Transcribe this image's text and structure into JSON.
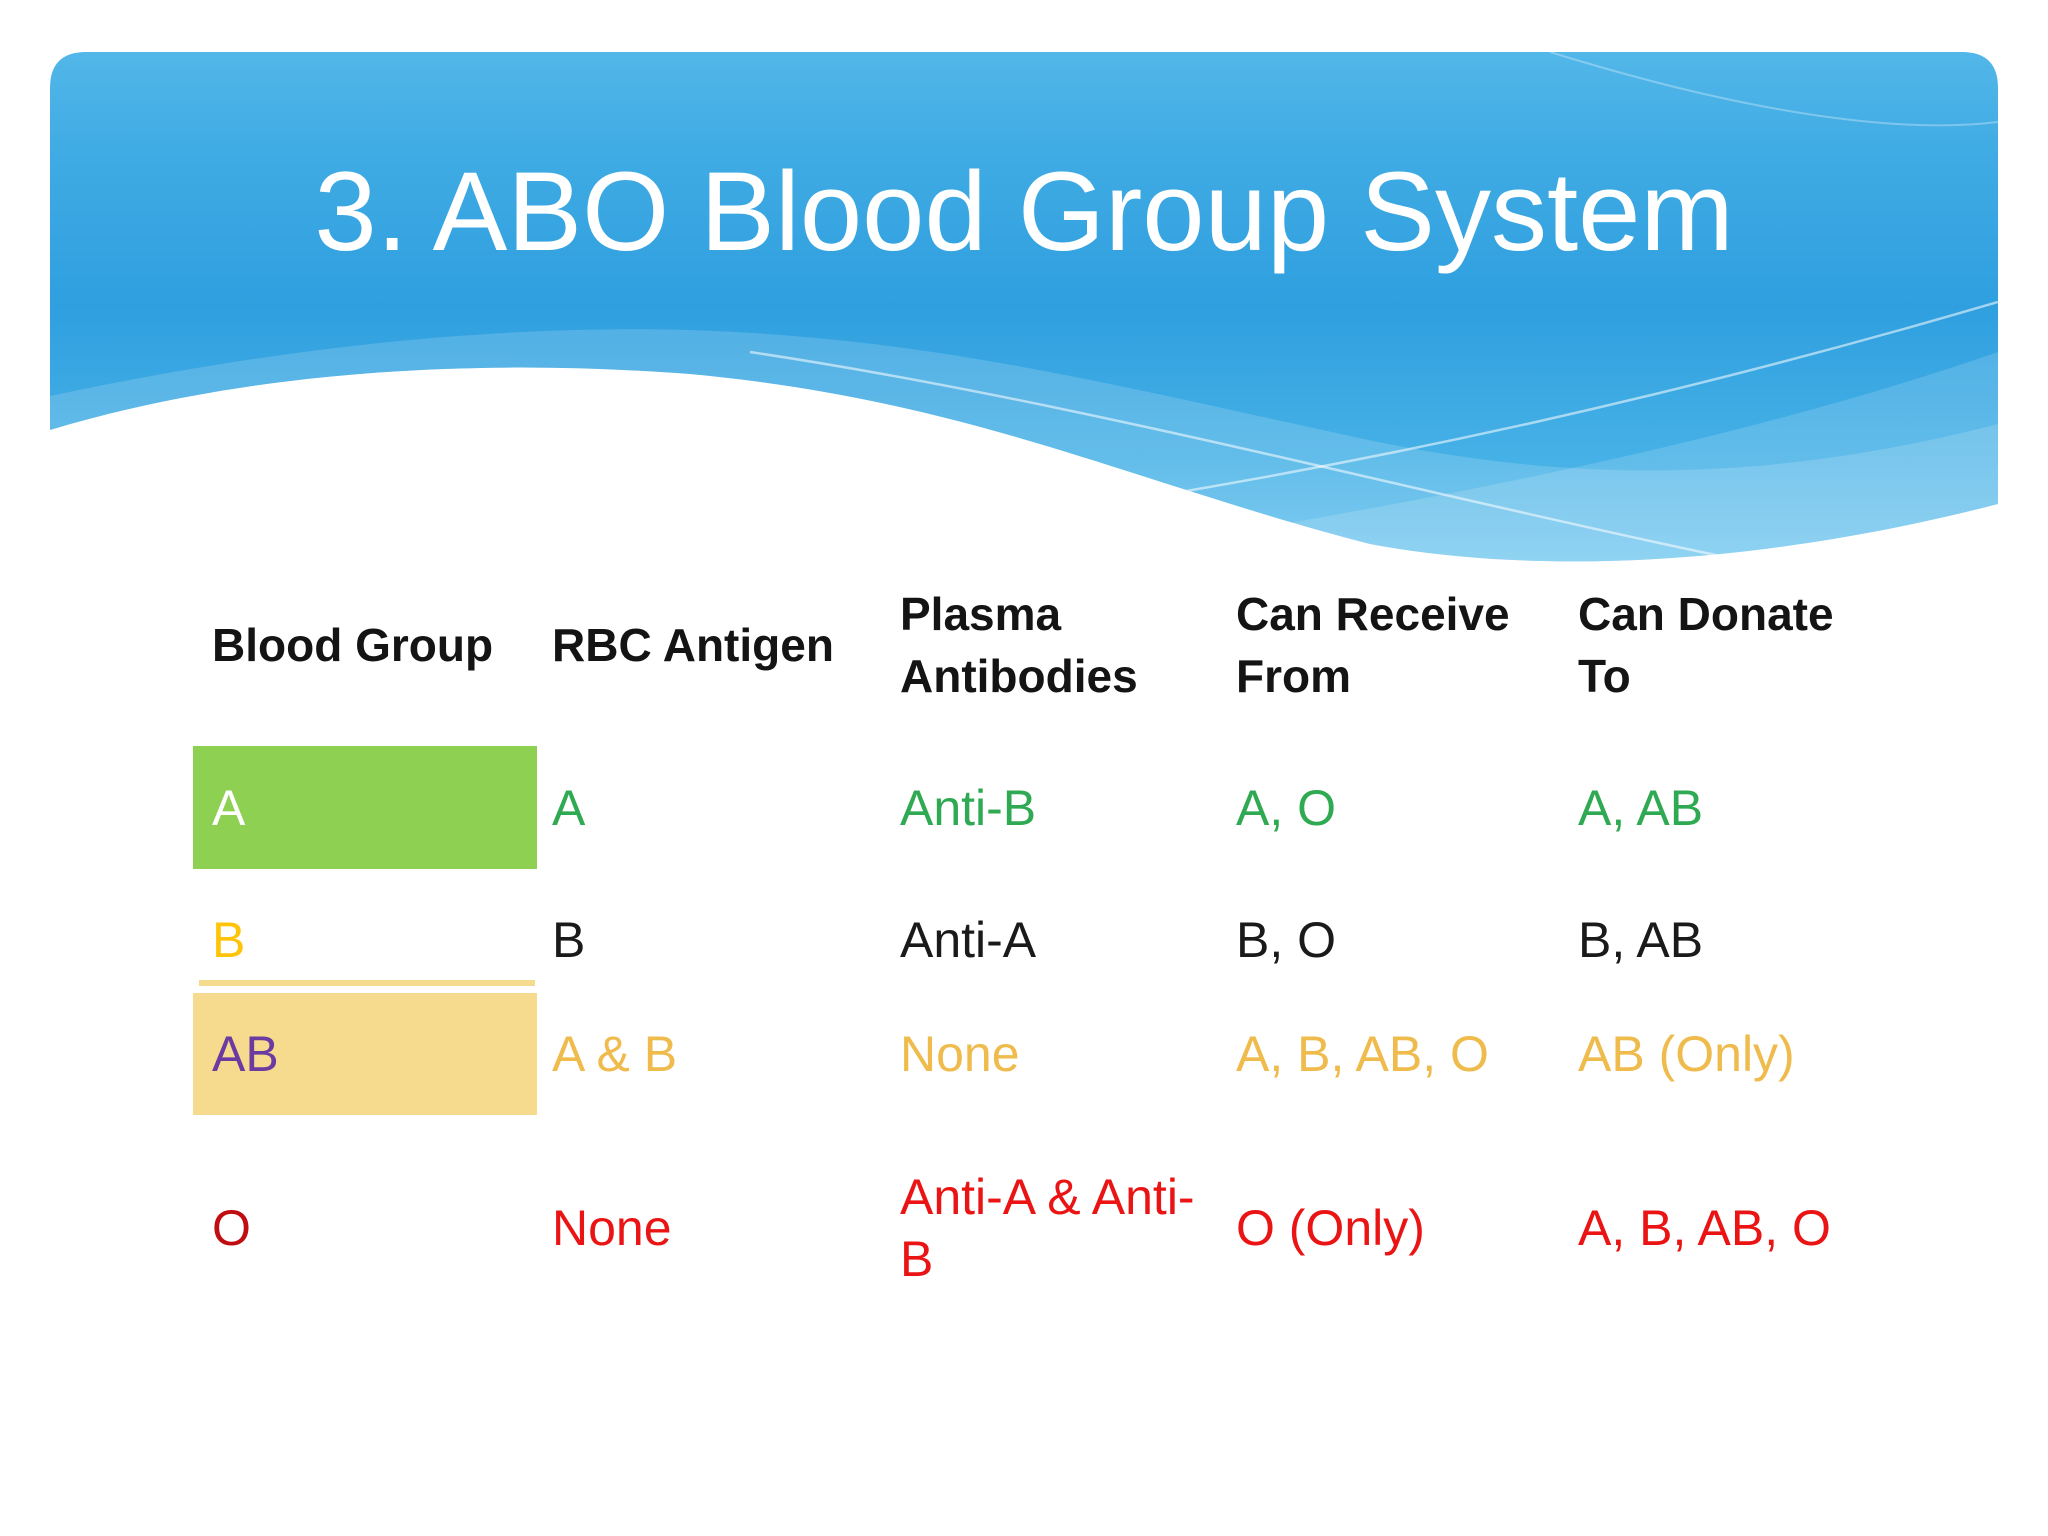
{
  "slide": {
    "title": "3. ABO Blood Group System",
    "theme": {
      "header_blue_top": "#52B7E9",
      "header_blue_mid": "#2F9FDF",
      "header_blue_bottom": "#64C1EE",
      "background": "#FFFFFF",
      "title_text_color": "#FFFFFF"
    }
  },
  "table": {
    "header_text_color": "#141414",
    "columns": [
      {
        "label": "Blood Group",
        "line1": "Blood Group"
      },
      {
        "label": "RBC Antigen",
        "line1": "RBC Antigen"
      },
      {
        "label": "Plasma Antibodies",
        "line1": "Plasma",
        "line2": "Antibodies"
      },
      {
        "label": "Can Receive From",
        "line1": "Can Receive",
        "line2": "From"
      },
      {
        "label": "Can Donate To",
        "line1": "Can Donate",
        "line2": "To"
      }
    ],
    "rows": [
      {
        "blood_group": "A",
        "highlight_color": "#8DD052",
        "cells": [
          {
            "text": "A",
            "color": "#FFFFFF"
          },
          {
            "text": "A",
            "color": "#2FA952"
          },
          {
            "text": "Anti-B",
            "color": "#2FA952"
          },
          {
            "text": "A, O",
            "color": "#2FA952"
          },
          {
            "text": "A, AB",
            "color": "#2FA952"
          }
        ]
      },
      {
        "blood_group": "B",
        "highlight_color": "",
        "cells": [
          {
            "text": "B",
            "color": "#FFC40A"
          },
          {
            "text": "B",
            "color": "#1A1A1A"
          },
          {
            "text": "Anti-A",
            "color": "#1A1A1A"
          },
          {
            "text": "B, O",
            "color": "#1A1A1A"
          },
          {
            "text": "B, AB",
            "color": "#1A1A1A"
          }
        ]
      },
      {
        "blood_group": "AB",
        "highlight_color": "#F6DA8E",
        "cells": [
          {
            "text": "AB",
            "color": "#6B3BA1"
          },
          {
            "text": "A & B",
            "color": "#EFBB4C"
          },
          {
            "text": "None",
            "color": "#EFBB4C"
          },
          {
            "text": "A, B, AB, O",
            "color": "#EFBB4C"
          },
          {
            "text": "AB (Only)",
            "color": "#EFBB4C"
          }
        ]
      },
      {
        "blood_group": "O",
        "highlight_color": "",
        "cells": [
          {
            "text": "O",
            "color": "#C00D12"
          },
          {
            "text": "None",
            "color": "#EA1414"
          },
          {
            "text": "Anti-A & Anti-",
            "line2": "B",
            "full_text": "Anti-A & Anti-B",
            "color": "#EA1414"
          },
          {
            "text": "O (Only)",
            "color": "#EA1414"
          },
          {
            "text": "A, B, AB, O",
            "color": "#EA1414"
          }
        ]
      }
    ]
  }
}
